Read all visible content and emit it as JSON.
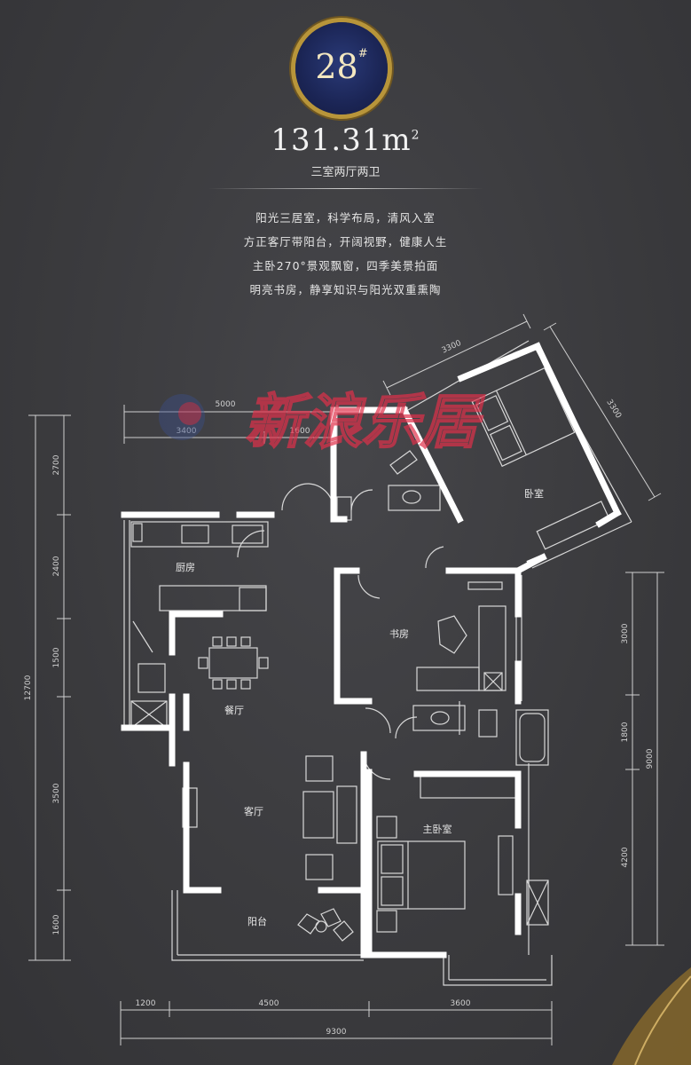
{
  "badge": {
    "number": "28",
    "suffix": "#"
  },
  "area": {
    "value": "131.31m",
    "sup": "2"
  },
  "layout_type": "三室两厅两卫",
  "description": [
    "阳光三居室，科学布局，清风入室",
    "方正客厅带阳台，开阔视野，健康人生",
    "主卧270°景观飘窗，四季美景拍面",
    "明亮书房，静享知识与阳光双重熏陶"
  ],
  "rooms": {
    "kitchen": "厨房",
    "dining": "餐厅",
    "living": "客厅",
    "balcony": "阳台",
    "study": "书房",
    "master_bedroom": "主卧室",
    "bedroom": "卧室"
  },
  "dimensions": {
    "top_total": "5000",
    "top_left": "3400",
    "top_right": "1600",
    "diag_top": "3300",
    "diag_side": "3300",
    "left_1": "2700",
    "left_2": "2400",
    "left_3": "1500",
    "left_4": "3500",
    "left_5": "1600",
    "left_total": "12700",
    "right_1": "3000",
    "right_2": "1800",
    "right_3": "4200",
    "right_total": "9000",
    "bottom_1": "1200",
    "bottom_2": "4500",
    "bottom_3": "3600",
    "bottom_total": "9300"
  },
  "watermark": "新浪乐居",
  "colors": {
    "background": "#3b3b3e",
    "wall": "#ffffff",
    "line": "#d8d8d8",
    "badge": "#1b2555",
    "gold": "#b8953a",
    "watermark": "#e0304a"
  }
}
